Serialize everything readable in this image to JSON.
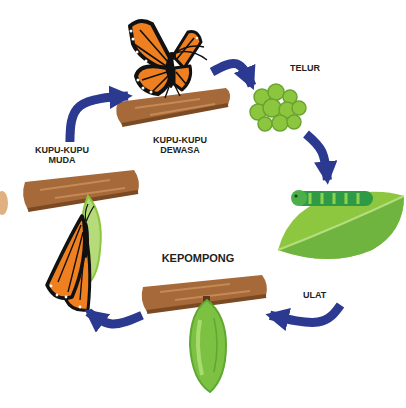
{
  "diagram": {
    "nodes": [
      {
        "text": [
          "KUPU-KUPU DEWASA"
        ]
      },
      {
        "text": [
          "TELUR"
        ]
      },
      {
        "text": [
          "ULAT"
        ]
      },
      {
        "text": [
          "KEPOMPONG"
        ]
      },
      {
        "text": [
          "KUPU-KUPU MUDA"
        ]
      }
    ],
    "edges": [
      {
        "from": 0,
        "to": 1,
        "arrow": "to"
      },
      {
        "from": 1,
        "to": 2,
        "arrow": "to"
      },
      {
        "from": 2,
        "to": 3,
        "arrow": "to"
      },
      {
        "from": 3,
        "to": 4,
        "arrow": "to"
      },
      {
        "from": 4,
        "to": 0,
        "arrow": "to"
      }
    ]
  }
}
